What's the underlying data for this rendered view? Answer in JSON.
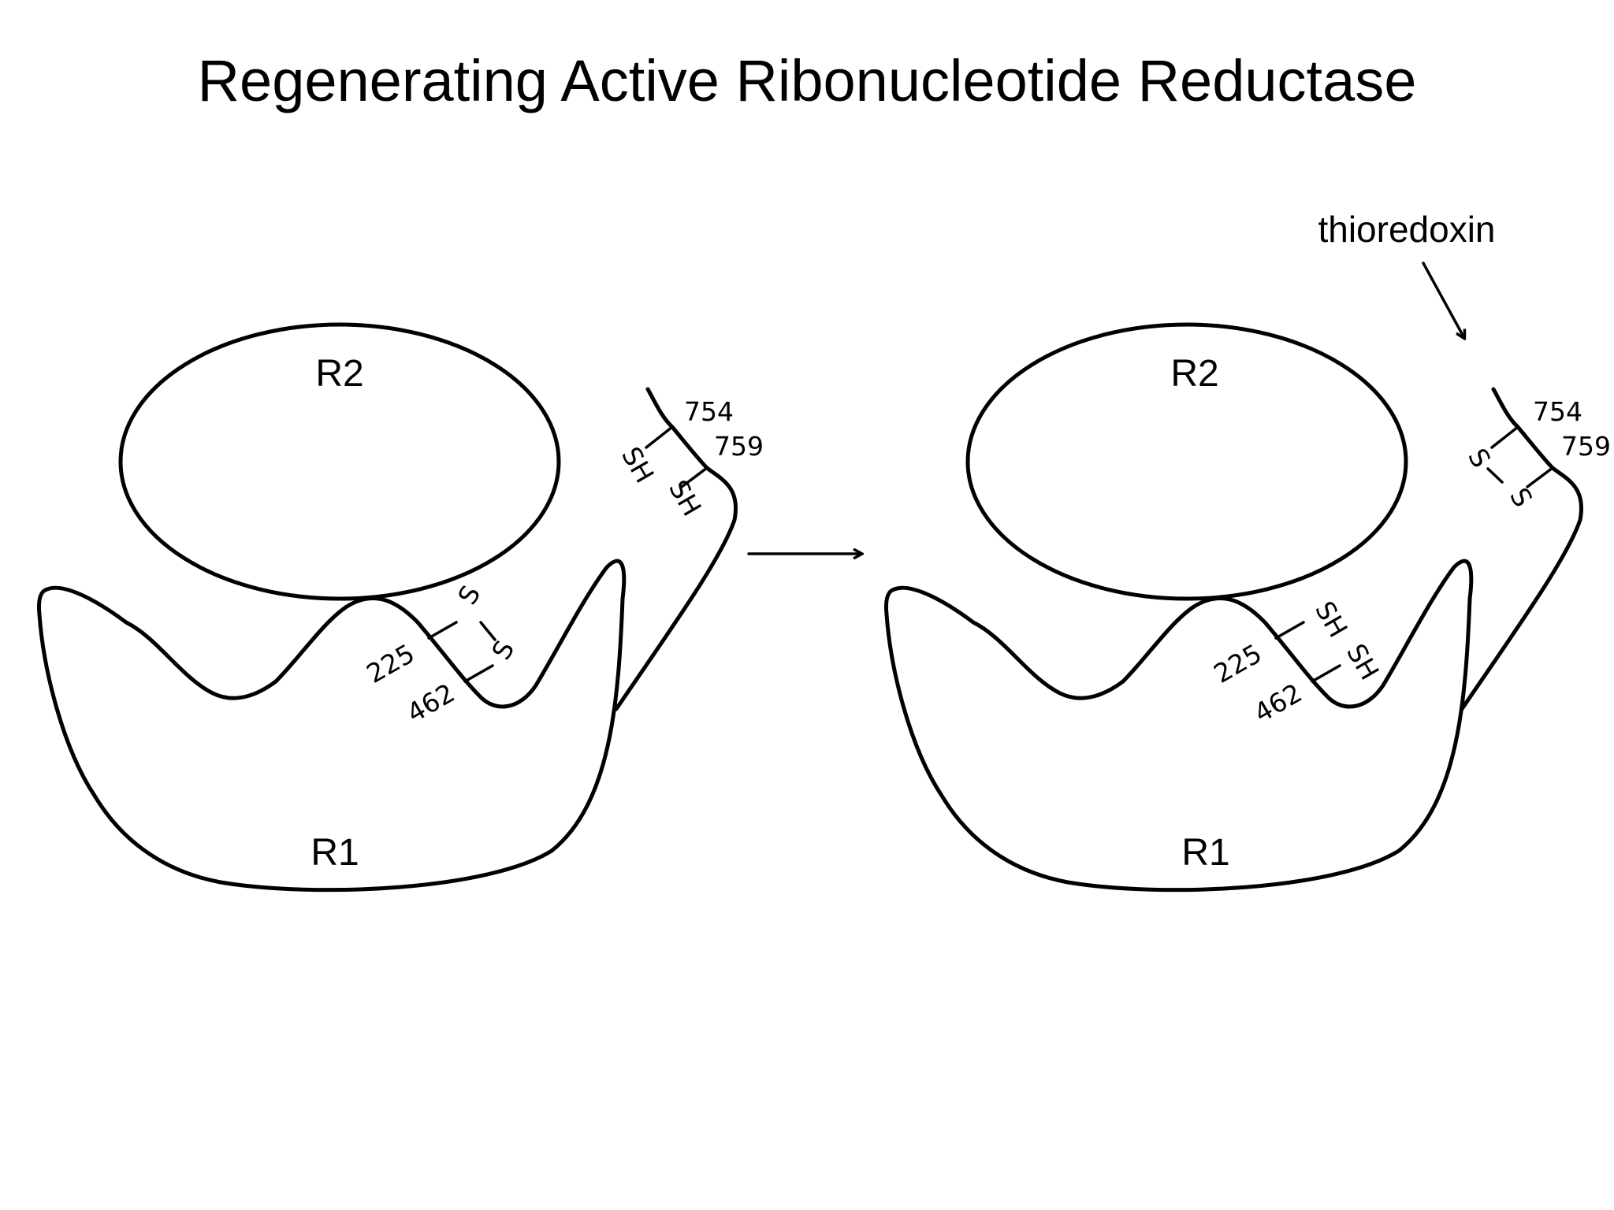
{
  "title": "Regenerating Active Ribonucleotide Reductase",
  "left_panel": {
    "r2_label": "R2",
    "r1_label": "R1",
    "res_225": "225",
    "res_462": "462",
    "res_754": "754",
    "res_759": "759",
    "site_225_group": "S",
    "site_462_group": "S",
    "site_754_group": "SH",
    "site_759_group": "SH"
  },
  "right_panel": {
    "r2_label": "R2",
    "r1_label": "R1",
    "res_225": "225",
    "res_462": "462",
    "res_754": "754",
    "res_759": "759",
    "site_225_group": "SH",
    "site_462_group": "SH",
    "site_754_group": "S",
    "site_759_group": "S"
  },
  "reagent_label": "thioredoxin"
}
